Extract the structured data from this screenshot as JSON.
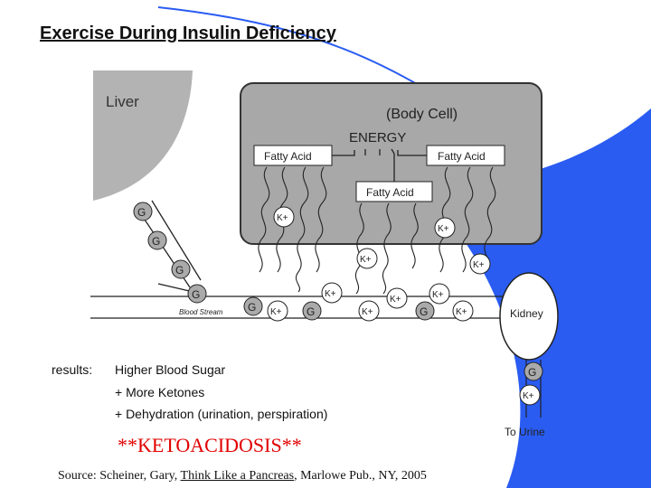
{
  "title": "Exercise During Insulin Deficiency",
  "diagram": {
    "liver_label": "Liver",
    "body_cell_label": "(Body Cell)",
    "energy_label": "ENERGY",
    "fatty_acid_left": "Fatty Acid",
    "fatty_acid_right": "Fatty Acid",
    "fatty_acid_center": "Fatty Acid",
    "blood_stream_label": "Blood Stream",
    "kidney_label": "Kidney",
    "to_urine_label": "To Urine",
    "glucose_symbol": "G",
    "potassium_symbol": "K+"
  },
  "results": {
    "label": "results:",
    "lines": [
      "Higher Blood Sugar",
      "+ More Ketones",
      "+ Dehydration (urination, perspiration)"
    ]
  },
  "ketoacidosis": "**KETOACIDOSIS**",
  "source": {
    "prefix": "Source:  Scheiner, Gary, ",
    "book": "Think Like a Pancreas",
    "suffix": ", Marlowe Pub., NY, 2005"
  },
  "colors": {
    "accent_blue": "#2a5cf2",
    "ketoacidosis_red": "#e10000",
    "liver_gray": "#b3b3b3",
    "cell_gray": "#a8a8a8"
  }
}
